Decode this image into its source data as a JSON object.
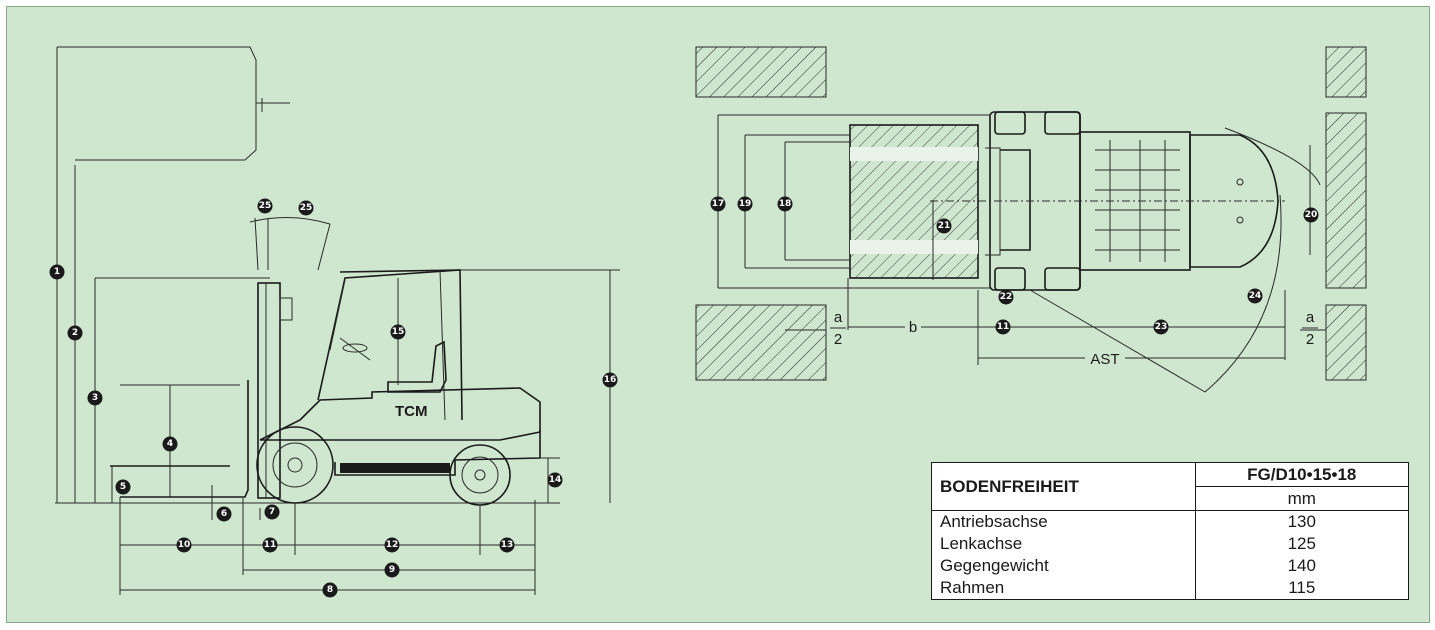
{
  "markers": {
    "m1": "1",
    "m2": "2",
    "m3": "3",
    "m4": "4",
    "m5": "5",
    "m6": "6",
    "m7": "7",
    "m8": "8",
    "m9": "9",
    "m10": "10",
    "m11": "11",
    "m12": "12",
    "m13": "13",
    "m14": "14",
    "m15": "15",
    "m16": "16",
    "m17": "17",
    "m18": "18",
    "m19": "19",
    "m20": "20",
    "m21": "21",
    "m22": "22",
    "m23": "23",
    "m24": "24",
    "m25": "25"
  },
  "labels": {
    "a_top": "a",
    "two": "2",
    "b": "b",
    "ast": "AST",
    "truck_brand": "TCM"
  },
  "table": {
    "title": "BODENFREIHEIT",
    "model": "FG/D10•15•18",
    "unit": "mm",
    "rows": [
      {
        "name": "Antriebsachse",
        "value": "130"
      },
      {
        "name": "Lenkachse",
        "value": "125"
      },
      {
        "name": "Gegengewicht",
        "value": "140"
      },
      {
        "name": "Rahmen",
        "value": "115"
      }
    ]
  },
  "colors": {
    "background": "#cfe6cf",
    "ink": "#1a1a1a"
  }
}
